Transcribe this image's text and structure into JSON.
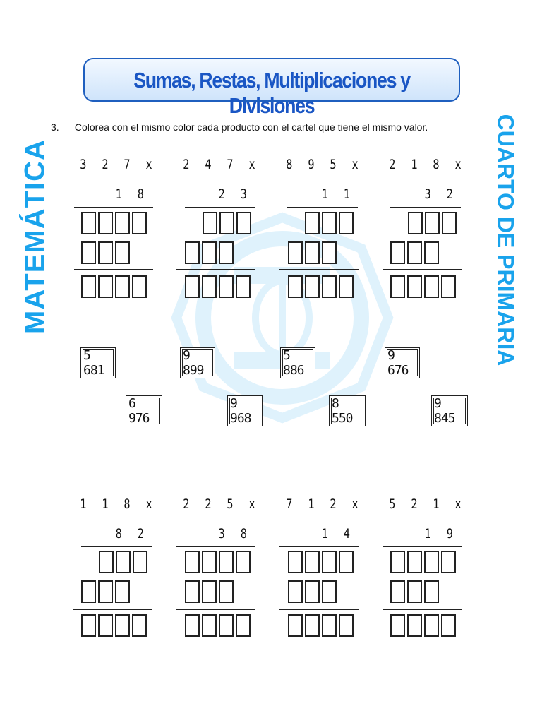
{
  "title": "Sumas, Restas, Multiplicaciones y Divisiones",
  "side_left": "MATEMÁTICA",
  "side_right": "CUARTO DE PRIMARIA",
  "instruction": {
    "number": "3.",
    "text": "Colorea con el mismo color cada producto con el cartel que tiene el mismo valor."
  },
  "problems_top": [
    {
      "multiplicand": "3 2 7 x",
      "multiplier": "1 8"
    },
    {
      "multiplicand": "2 4 7 x",
      "multiplier": "2 3"
    },
    {
      "multiplicand": "8 9 5 x",
      "multiplier": "1 1"
    },
    {
      "multiplicand": "2 1 8 x",
      "multiplier": "3 2"
    }
  ],
  "cards_row1": [
    "5 681",
    "9 899",
    "5 886",
    "9 676"
  ],
  "cards_row2": [
    "6 976",
    "9 968",
    "8 550",
    "9 845"
  ],
  "problems_bottom": [
    {
      "multiplicand": "1 1 8 x",
      "multiplier": "8 2"
    },
    {
      "multiplicand": "2 2 5 x",
      "multiplier": "3 8"
    },
    {
      "multiplicand": "7 1 2 x",
      "multiplier": "1 4"
    },
    {
      "multiplicand": "5 2 1 x",
      "multiplier": "1 9"
    }
  ],
  "colors": {
    "title": "#1a56c4",
    "side": "#19a3ec",
    "watermark": "#dff2fc"
  }
}
